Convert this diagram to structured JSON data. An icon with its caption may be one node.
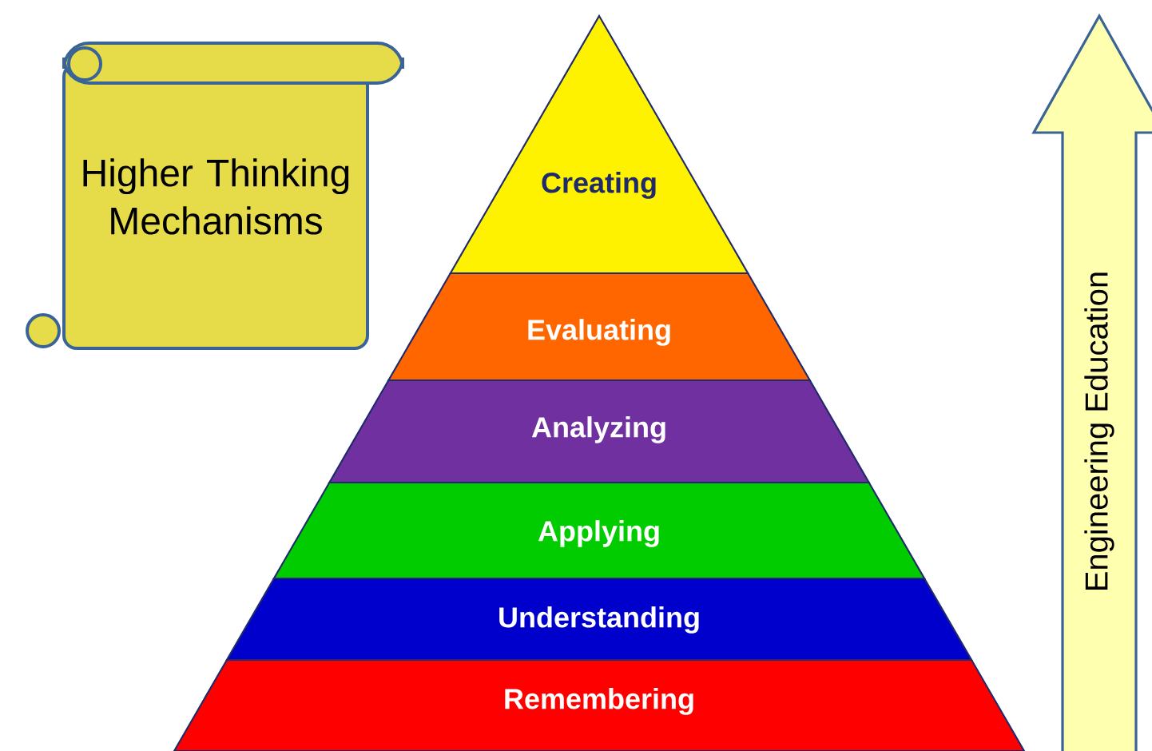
{
  "diagram": {
    "nodes": [
      {
        "text": [
          "Higher Thinking Mechanisms"
        ]
      },
      {
        "text": [
          "Creating"
        ]
      },
      {
        "text": [
          "Evaluating"
        ]
      },
      {
        "text": [
          "Analyzing"
        ]
      },
      {
        "text": [
          "Applying"
        ]
      },
      {
        "text": [
          "Understanding"
        ]
      },
      {
        "text": [
          "Remembering"
        ]
      },
      {
        "text": [
          "Engineering Education"
        ]
      }
    ]
  }
}
